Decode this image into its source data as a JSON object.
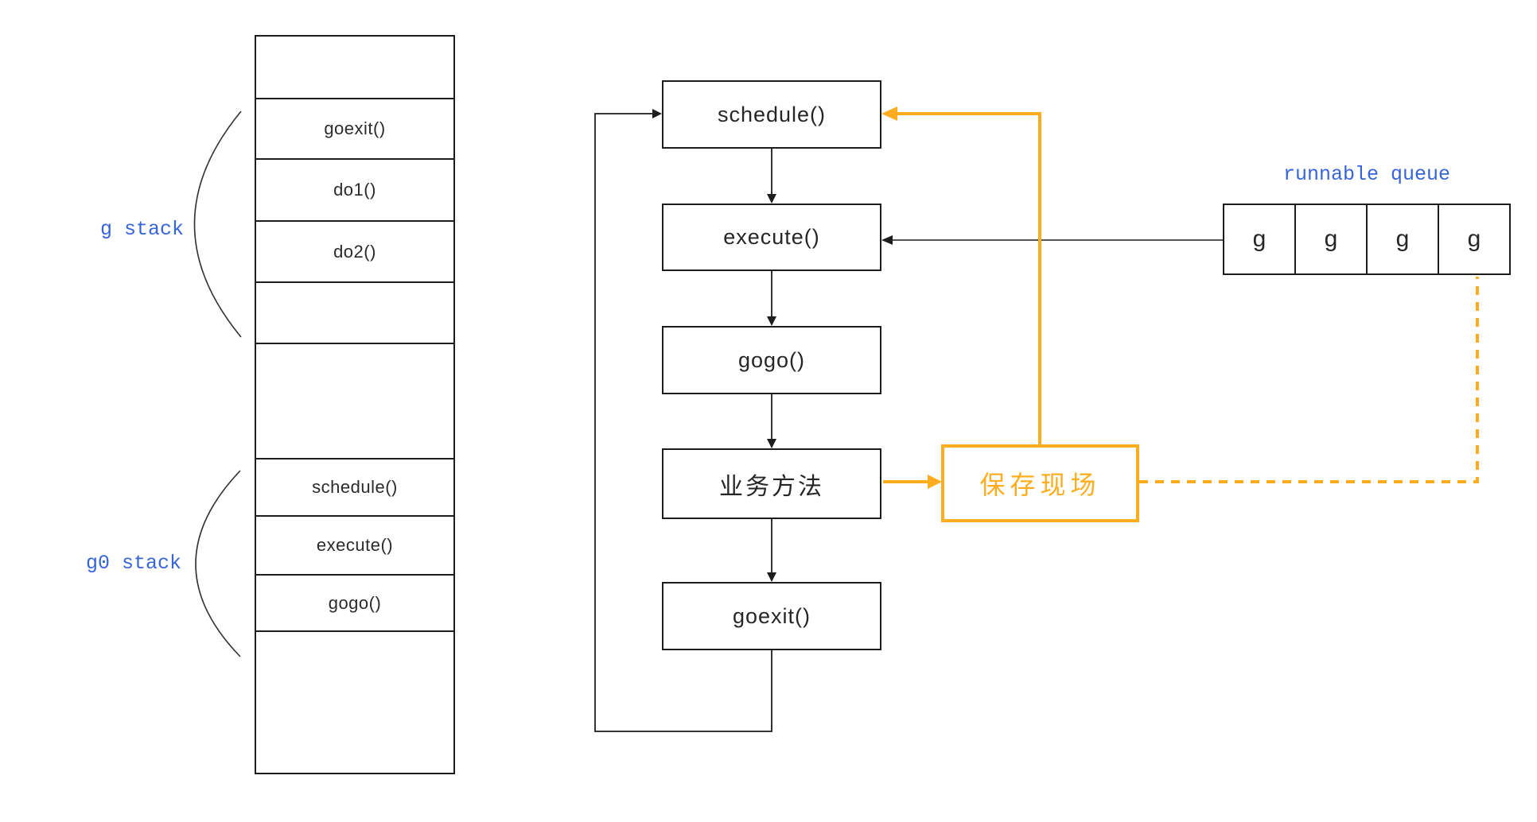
{
  "colors": {
    "accent_orange": "#FFAC1E",
    "label_blue": "#3765D8",
    "line_black": "#1d1d1d"
  },
  "left_stack": {
    "g_stack_label": "g stack",
    "g0_stack_label": "g0 stack",
    "rows": [
      {
        "label": ""
      },
      {
        "label": "goexit()"
      },
      {
        "label": "do1()"
      },
      {
        "label": "do2()"
      },
      {
        "label": ""
      },
      {
        "label": ""
      },
      {
        "label": "schedule()"
      },
      {
        "label": "execute()"
      },
      {
        "label": "gogo()"
      },
      {
        "label": ""
      }
    ]
  },
  "flowchart": {
    "nodes": [
      {
        "id": "schedule",
        "label": "schedule()"
      },
      {
        "id": "execute",
        "label": "execute()"
      },
      {
        "id": "gogo",
        "label": "gogo()"
      },
      {
        "id": "business",
        "label": "业务方法"
      },
      {
        "id": "goexit",
        "label": "goexit()"
      }
    ]
  },
  "save_context": {
    "label": "保存现场"
  },
  "runnable_queue": {
    "title": "runnable queue",
    "cells": [
      "g",
      "g",
      "g",
      "g"
    ]
  }
}
